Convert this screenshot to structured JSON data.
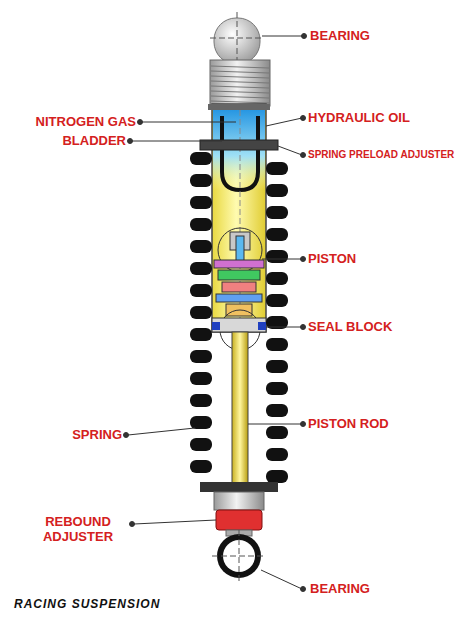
{
  "diagram": {
    "caption": "RACING SUSPENSION",
    "labels": [
      "BEARING",
      "NITROGEN GAS",
      "HYDRAULIC OIL",
      "BLADDER",
      "SPRING PRELOAD ADJUSTER",
      "PISTON",
      "SEAL BLOCK",
      "PISTON ROD",
      "SPRING",
      "REBOUND ADJUSTER",
      "BEARING"
    ]
  }
}
